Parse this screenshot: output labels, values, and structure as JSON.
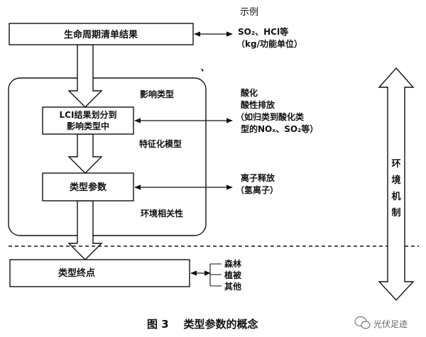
{
  "legend_title": "示例",
  "boxes": {
    "lci_results": "生命周期清单结果",
    "assign_line1": "LCI结果划分到",
    "assign_line2": "影响类型中",
    "category_indicator": "类型参数",
    "endpoint": "类型终点"
  },
  "region_labels": {
    "impact_category": "影响类型",
    "characterization_model": "特征化模型",
    "environmental_relevance": "环境相关性"
  },
  "examples": {
    "lci_line1": "SO₂、HCl等",
    "lci_line2": "（kg/功能单位）",
    "impact_line1": "酸化",
    "impact_line2": "酸性排放",
    "impact_line3": "（如归类到酸化类",
    "impact_line4": "型的NOₓ、SO₂等）",
    "indicator_line1": "离子释放",
    "indicator_line2": "（氢离子）",
    "endpoint_items": [
      "森林",
      "植被",
      "其他"
    ]
  },
  "side_label_chars": [
    "环",
    "境",
    "机",
    "制"
  ],
  "caption": "图 3    类型参数的概念",
  "watermark": "光伏足迹",
  "icons": {
    "watermark": "wechat-icon",
    "stray_mark": "tick-mark-icon"
  }
}
